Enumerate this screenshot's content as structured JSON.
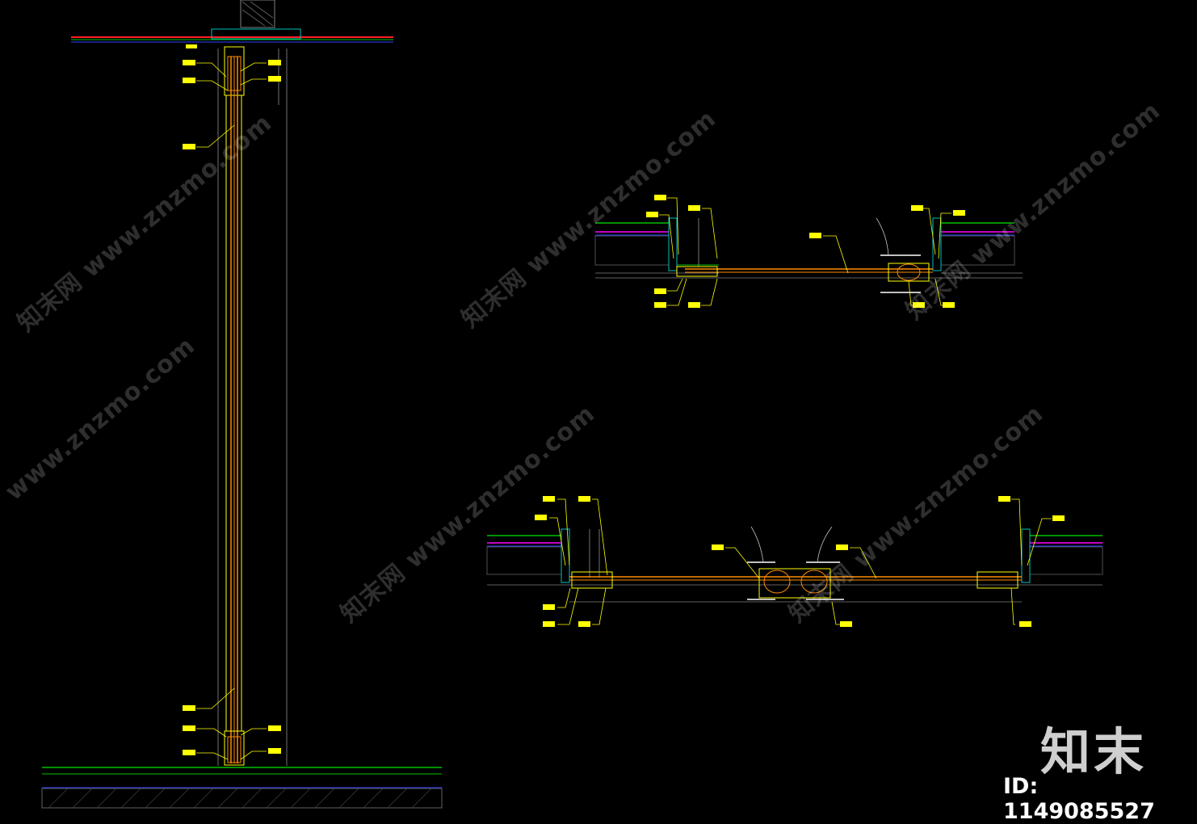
{
  "watermarks": [
    {
      "text": "知末网 www.znzmo.com"
    },
    {
      "text": "知末网 www.znzmo.com"
    },
    {
      "text": "知末网 www.znzmo.com"
    },
    {
      "text": "www.znzmo.com"
    },
    {
      "text": "知末网 www.znzmo.com"
    },
    {
      "text": "知末网 www.znzmo.com"
    }
  ],
  "logo": {
    "text": "知末"
  },
  "id_label": {
    "text": "ID: 1149085527"
  },
  "colors": {
    "background": "#000000",
    "glass": "#ff8c00",
    "leader": "#ffff00",
    "tag_fill": "#ffff00",
    "tag_text": "#000080",
    "wall_hatch": "#808080",
    "finish_green": "#00c000",
    "finish_magenta": "#ff00ff",
    "finish_blue": "#3040ff",
    "finish_red": "#ff2020",
    "frame_cyan": "#00c0c0"
  }
}
